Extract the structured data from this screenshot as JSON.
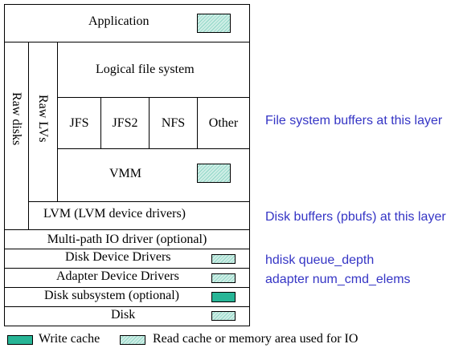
{
  "layers": {
    "application": "Application",
    "raw_disks": "Raw disks",
    "raw_lvs": "Raw LVs",
    "logical_fs": "Logical file system",
    "fs_types": [
      "JFS",
      "JFS2",
      "NFS",
      "Other"
    ],
    "vmm": "VMM",
    "lvm": "LVM (LVM device drivers)",
    "multipath": "Multi-path IO driver (optional)",
    "disk_device_drivers": "Disk Device Drivers",
    "adapter_device_drivers": "Adapter Device Drivers",
    "disk_subsystem": "Disk subsystem (optional)",
    "disk": "Disk"
  },
  "annotations": {
    "fs_buffers": "File system buffers at this layer",
    "disk_buffers": "Disk buffers (pbufs) at this layer",
    "queue_depth": "hdisk queue_depth",
    "num_cmd_elems": "adapter num_cmd_elems"
  },
  "legend": {
    "write_cache": "Write cache",
    "read_cache": "Read cache or memory area used for IO"
  },
  "colors": {
    "annotation": "#3535c5",
    "write_cache_fill": "#27b596",
    "read_cache_fill": "#cfeee6"
  }
}
